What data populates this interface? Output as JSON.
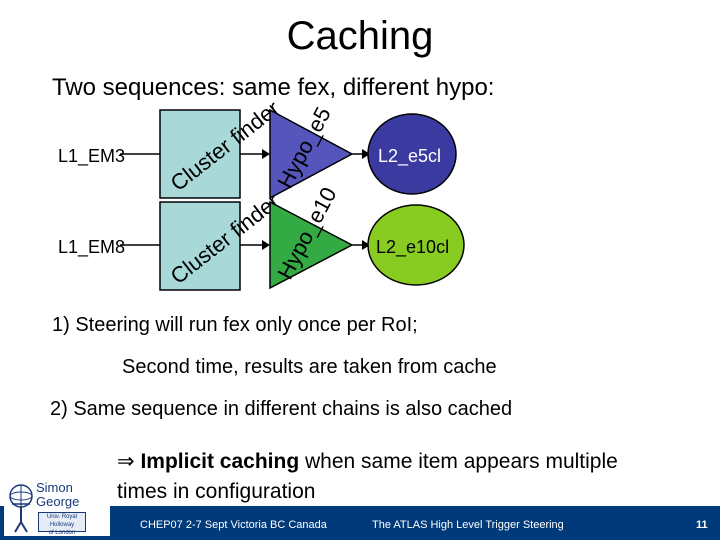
{
  "title": "Caching",
  "subtitle": "Two sequences: same fex, different hypo:",
  "diagram": {
    "row1": {
      "input": "L1_EM3",
      "fex": "Cluster finder",
      "hypo": "Hypo_e5",
      "output": "L2_e5cl"
    },
    "row2": {
      "input": "L1_EM8",
      "fex": "Cluster finder",
      "hypo": "Hypo_e10",
      "output": "L2_e10cl"
    },
    "colors": {
      "fex_fill": "#a8d8d8",
      "hypo_fill": "#5555bb",
      "hypo2_fill": "#33aa44",
      "out1_fill": "#3a3aa0",
      "out2_fill": "#88cc22"
    }
  },
  "text": {
    "line1": "1) Steering will run fex only once per RoI;",
    "line2": "Second time, results are taken from cache",
    "line3": "2) Same sequence in different chains is also cached",
    "line4_symbol": "⇒",
    "line4_bold": "Implicit caching",
    "line4_rest": " when same item appears multiple times in configuration"
  },
  "logo": {
    "name1": "Simon",
    "name2": "George",
    "box_text1": "Univ. Royal Holloway",
    "box_text2": "of London"
  },
  "footer": {
    "left": "CHEP07 2-7 Sept Victoria BC Canada",
    "center": "The ATLAS High Level Trigger Steering",
    "page": "11"
  }
}
